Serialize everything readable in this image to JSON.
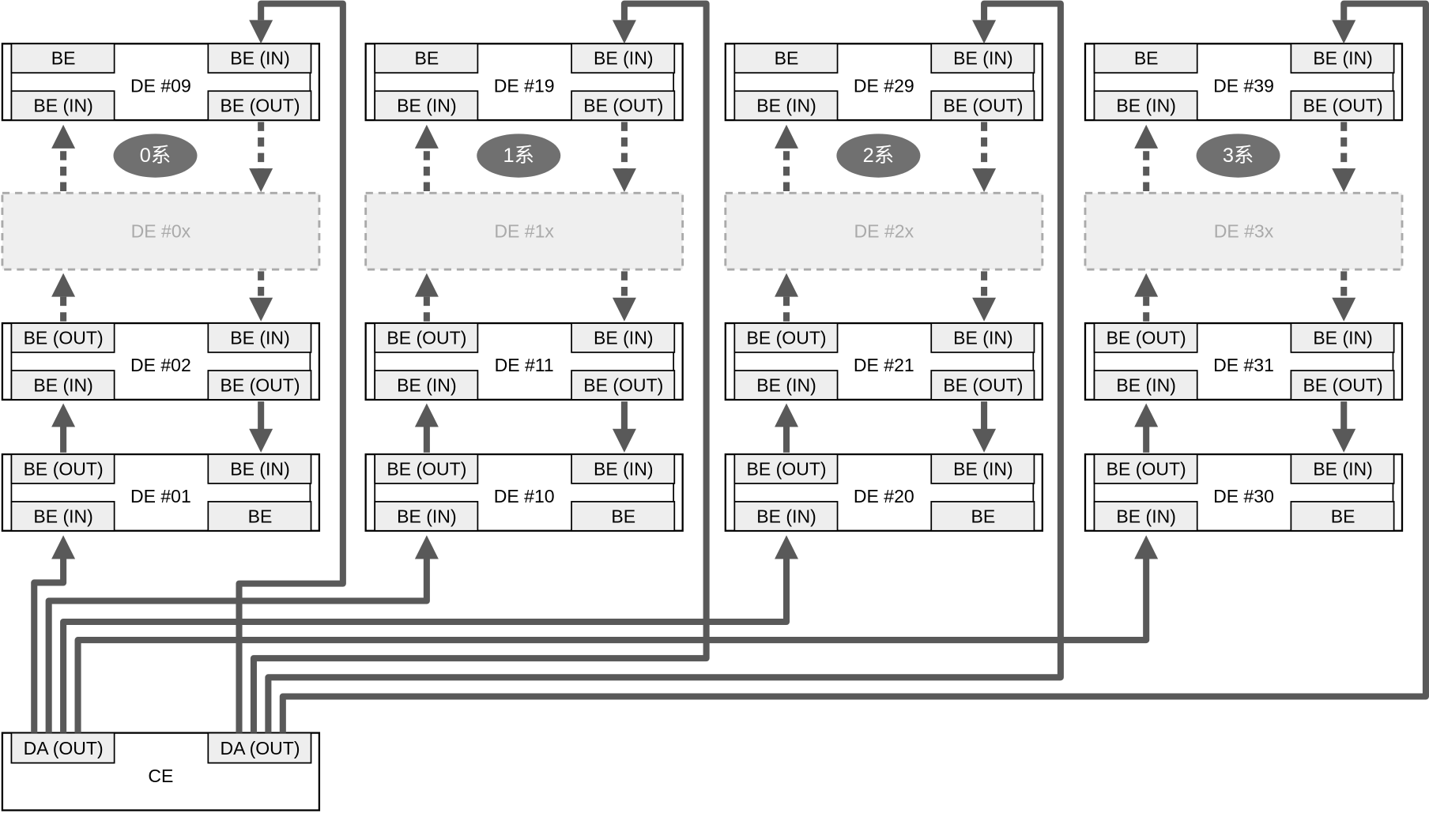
{
  "colors": {
    "wire": "#595959",
    "slot_fill": "#eeeeee",
    "group_badge": "#707070",
    "placeholder_text": "#aaaaaa"
  },
  "columns": [
    {
      "group": "0系",
      "placeholder": "DE #0x",
      "top": {
        "name": "DE #09",
        "slots": [
          "BE",
          "BE (IN)",
          "BE (IN)",
          "BE (OUT)"
        ]
      },
      "mid": {
        "name": "DE #02",
        "slots": [
          "BE (OUT)",
          "BE (IN)",
          "BE (IN)",
          "BE (OUT)"
        ]
      },
      "bottom": {
        "name": "DE #01",
        "slots": [
          "BE (OUT)",
          "BE (IN)",
          "BE (IN)",
          "BE"
        ]
      }
    },
    {
      "group": "1系",
      "placeholder": "DE #1x",
      "top": {
        "name": "DE #19",
        "slots": [
          "BE",
          "BE (IN)",
          "BE (IN)",
          "BE (OUT)"
        ]
      },
      "mid": {
        "name": "DE #11",
        "slots": [
          "BE (OUT)",
          "BE (IN)",
          "BE (IN)",
          "BE (OUT)"
        ]
      },
      "bottom": {
        "name": "DE #10",
        "slots": [
          "BE (OUT)",
          "BE (IN)",
          "BE (IN)",
          "BE"
        ]
      }
    },
    {
      "group": "2系",
      "placeholder": "DE #2x",
      "top": {
        "name": "DE #29",
        "slots": [
          "BE",
          "BE (IN)",
          "BE (IN)",
          "BE (OUT)"
        ]
      },
      "mid": {
        "name": "DE #21",
        "slots": [
          "BE (OUT)",
          "BE (IN)",
          "BE (IN)",
          "BE (OUT)"
        ]
      },
      "bottom": {
        "name": "DE #20",
        "slots": [
          "BE (OUT)",
          "BE (IN)",
          "BE (IN)",
          "BE"
        ]
      }
    },
    {
      "group": "3系",
      "placeholder": "DE #3x",
      "top": {
        "name": "DE #39",
        "slots": [
          "BE",
          "BE (IN)",
          "BE (IN)",
          "BE (OUT)"
        ]
      },
      "mid": {
        "name": "DE #31",
        "slots": [
          "BE (OUT)",
          "BE (IN)",
          "BE (IN)",
          "BE (OUT)"
        ]
      },
      "bottom": {
        "name": "DE #30",
        "slots": [
          "BE (OUT)",
          "BE (IN)",
          "BE (IN)",
          "BE"
        ]
      }
    }
  ],
  "ce": {
    "name": "CE",
    "ports": [
      "DA (OUT)",
      "DA (OUT)"
    ]
  }
}
